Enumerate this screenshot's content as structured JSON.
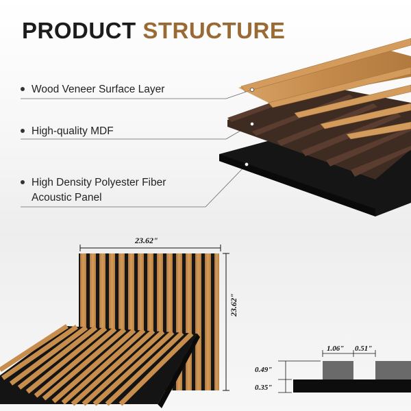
{
  "title": {
    "word1": "PRODUCT",
    "word2": "STRUCTURE"
  },
  "layers": [
    {
      "label": "Wood Veneer Surface Layer"
    },
    {
      "label": "High-quality MDF"
    },
    {
      "label_line1": "High Density Polyester Fiber",
      "label_line2": "Acoustic Panel"
    }
  ],
  "dimensions": {
    "panel_width": "23.62\"",
    "panel_height": "23.62\"",
    "slat_width": "1.06\"",
    "gap_width": "0.51\"",
    "slat_thickness": "0.49\"",
    "base_thickness": "0.35\""
  },
  "colors": {
    "title_dark": "#1c1c1c",
    "title_accent": "#9a6a35",
    "veneer": "#c8904f",
    "mdf": "#3e2b22",
    "felt": "#151515"
  }
}
